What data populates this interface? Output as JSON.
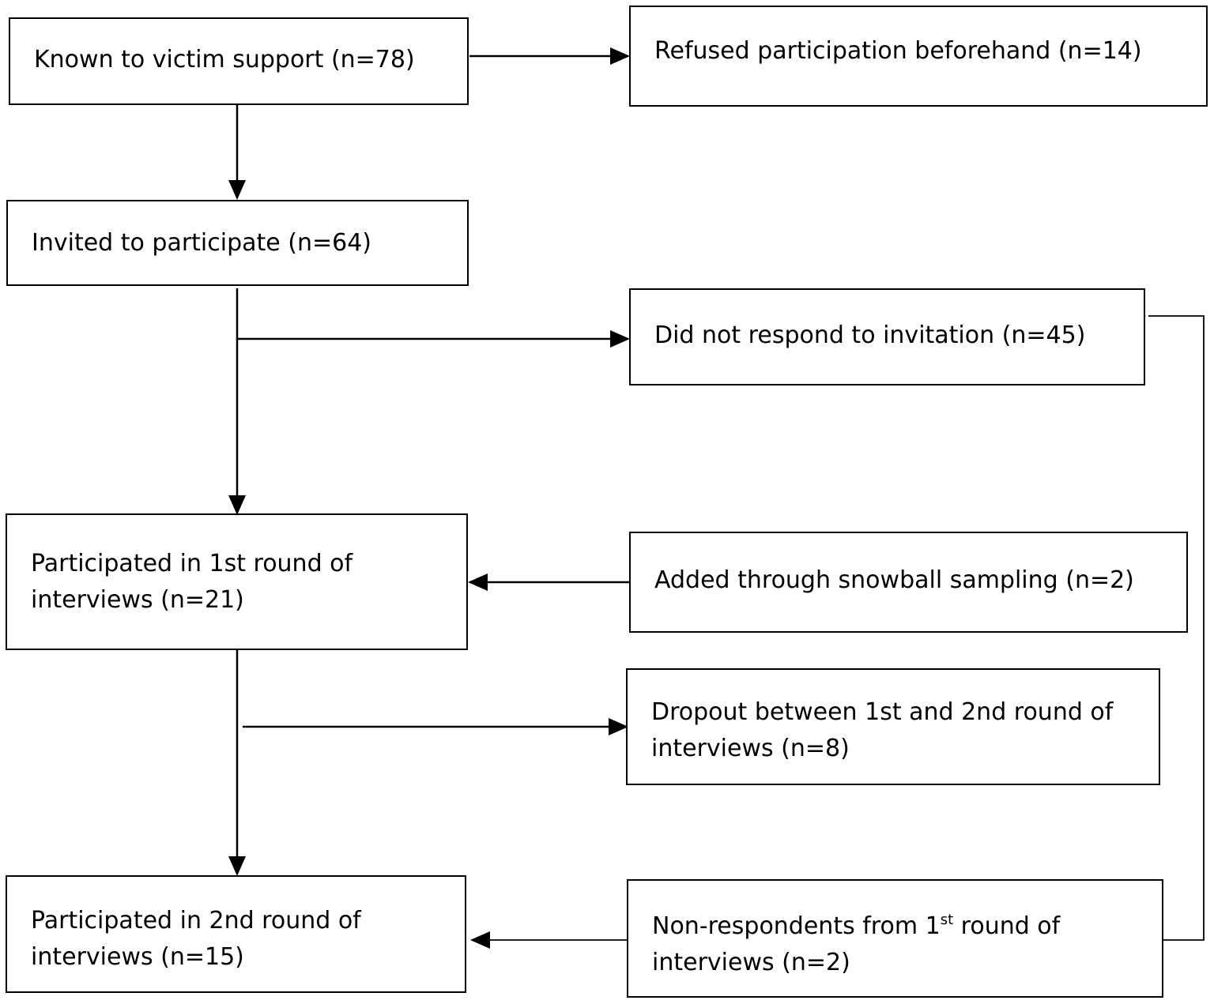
{
  "nodes": {
    "known": {
      "text": "Known to victim support (n=78)"
    },
    "refused": {
      "text": "Refused participation beforehand (n=14)"
    },
    "invited": {
      "text": "Invited to participate (n=64)"
    },
    "no_response": {
      "text": "Did not respond to invitation (n=45)"
    },
    "round1": {
      "line1": "Participated in 1st round of",
      "line2": "interviews (n=21)"
    },
    "snowball": {
      "text": "Added through snowball sampling (n=2)"
    },
    "dropout": {
      "line1": "Dropout between 1st and 2nd round of",
      "line2": "interviews (n=8)"
    },
    "round2": {
      "line1": "Participated in 2nd round of",
      "line2": "interviews (n=15)"
    },
    "non_resp": {
      "prefix": "Non-respondents from 1",
      "sup": "st",
      "suffix": " round of",
      "line2": "interviews (n=2)"
    }
  }
}
